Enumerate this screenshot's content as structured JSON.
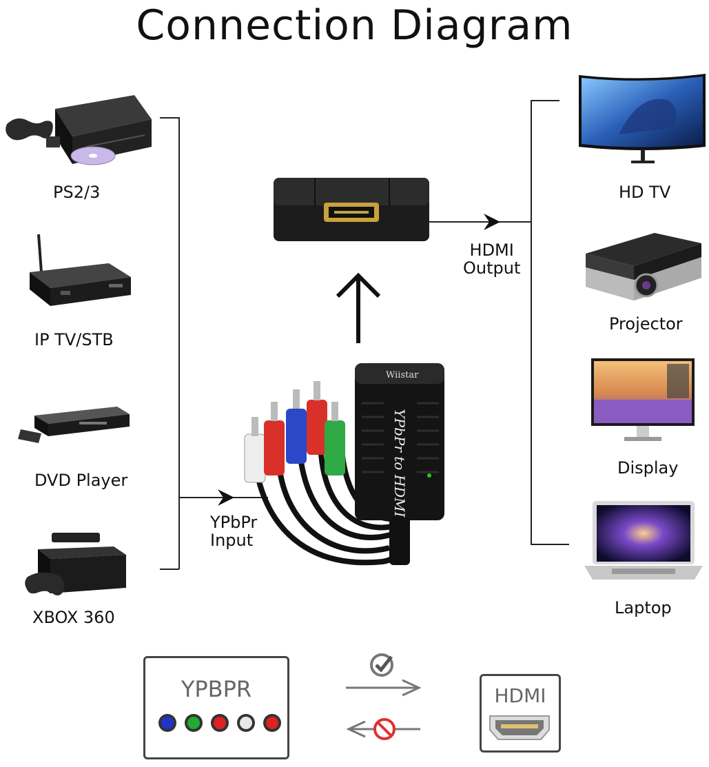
{
  "title": "Connection Diagram",
  "sources": {
    "ps": "PS2/3",
    "iptv": "IP TV/STB",
    "dvd": "DVD Player",
    "xbox": "XBOX 360"
  },
  "outputs": {
    "hdtv": "HD TV",
    "projector": "Projector",
    "display": "Display",
    "laptop": "Laptop"
  },
  "labels": {
    "input": "YPbPr\nInput",
    "output": "HDMI\nOutput",
    "converter_brand": "Wiistar",
    "converter_text": "YPbPr to HDMI"
  },
  "legend": {
    "input_box": "YPBPR",
    "output_box": "HDMI",
    "jack_colors": [
      "#2233cc",
      "#22aa33",
      "#dd2222",
      "#e8e8e8",
      "#dd2222"
    ],
    "check_icon": "check-circle-icon",
    "prohibited_icon": "no-entry-icon"
  }
}
